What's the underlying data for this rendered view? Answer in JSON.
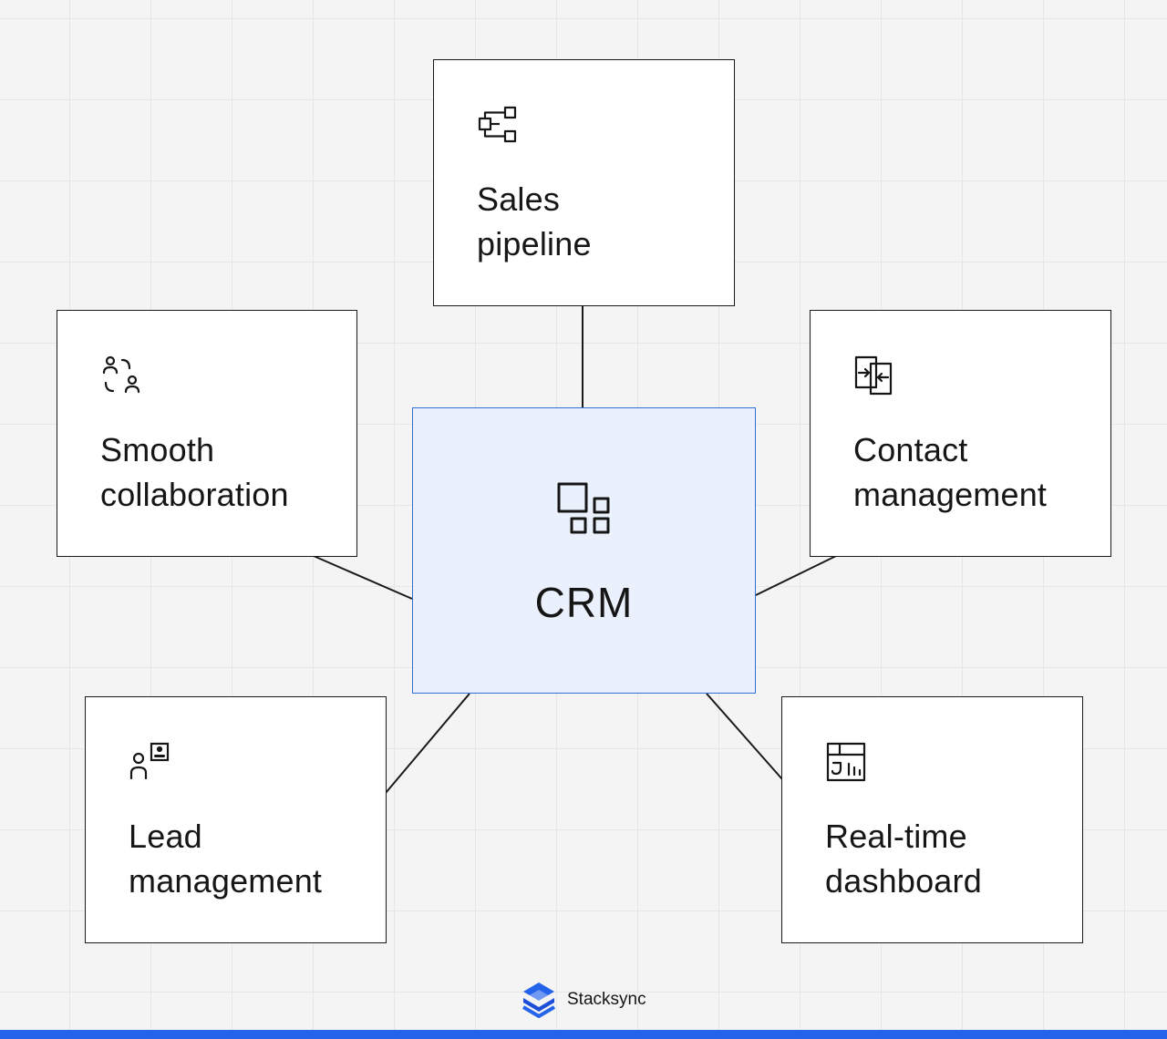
{
  "center": {
    "label": "CRM",
    "icon": "apps-icon"
  },
  "nodes": {
    "sales_pipeline": {
      "label_line1": "Sales",
      "label_line2": "pipeline",
      "icon": "flow-icon"
    },
    "smooth_collaboration": {
      "label_line1": "Smooth",
      "label_line2": "collaboration",
      "icon": "collaborate-icon"
    },
    "contact_management": {
      "label_line1": "Contact",
      "label_line2": "management",
      "icon": "compare-icon"
    },
    "lead_management": {
      "label_line1": "Lead",
      "label_line2": "management",
      "icon": "user-profile-icon"
    },
    "realtime_dashboard": {
      "label_line1": "Real-time",
      "label_line2": "dashboard",
      "icon": "dashboard-icon"
    }
  },
  "brand": {
    "name": "Stacksync"
  },
  "colors": {
    "accent": "#2563eb",
    "center_fill": "#eaf1fc",
    "center_border": "#2f6fd6",
    "stroke": "#1a1a1a"
  }
}
